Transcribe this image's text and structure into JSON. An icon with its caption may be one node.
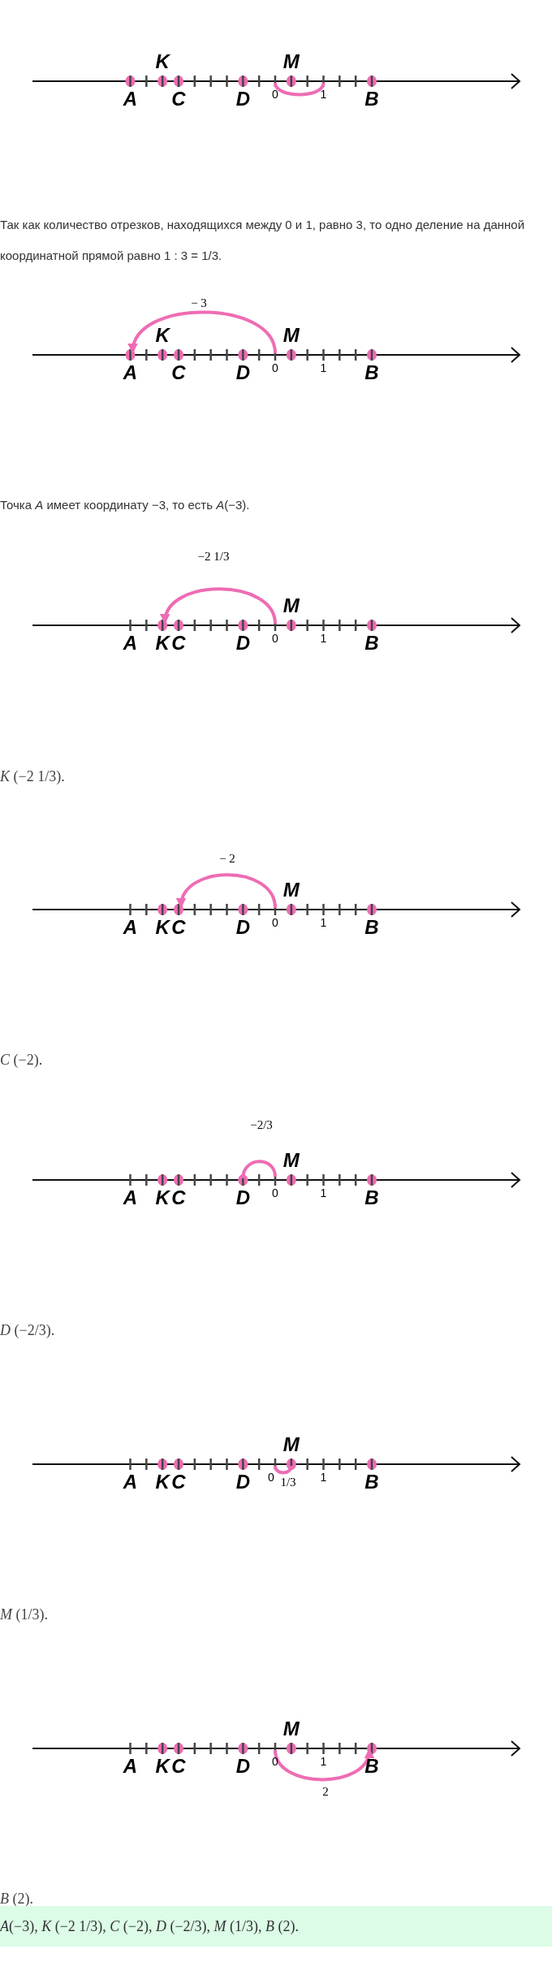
{
  "diagram": {
    "labels": [
      "K",
      "M",
      "A",
      "C",
      "D",
      "0",
      "1",
      "B",
      "Так как количество отрезков, находящихся между 0 и 1, равно 3, то одно деление на данной координатной прямой равно 1 : 3 = 1/3.",
      "− 3",
      "K",
      "M",
      "A",
      "C",
      "D",
      "0",
      "1",
      "B",
      "Точка *A* имеет координату −3, то есть *A*(−3).",
      "−2 1/3",
      "M",
      "A",
      "K",
      "C",
      "D",
      "0",
      "1",
      "B",
      "*K* (−2 1/3).",
      "− 2",
      "M",
      "A",
      "K",
      "C",
      "D",
      "0",
      "1",
      "B",
      "*C* (−2).",
      "−2/3",
      "M",
      "A",
      "K",
      "C",
      "D",
      "0",
      "1",
      "B",
      "*D* (−2/3).",
      "M",
      "A",
      "K",
      "C",
      "D",
      "0",
      "1",
      "B",
      "1/3",
      "*M* (1/3).",
      "M",
      "A",
      "K",
      "C",
      "D",
      "0",
      "1",
      "B",
      "2",
      "*B* (2).",
      "*A*(−3), *K* (−2 1/3), *C* (−2), *D* (−2/3), *M* (1/3), *B* (2)."
    ]
  }
}
